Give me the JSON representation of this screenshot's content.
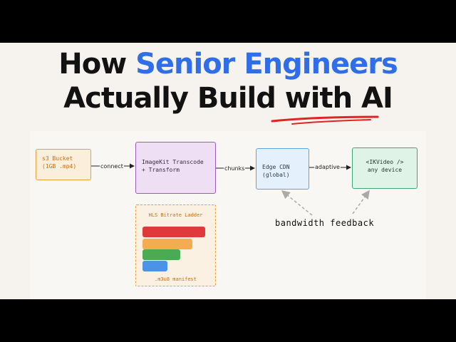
{
  "headline": {
    "line1_prefix": "How ",
    "line1_accent": "Senior Engineers",
    "line2": "Actually Build with AI"
  },
  "colors": {
    "accent": "#2f6ee6",
    "underline": "#e02424"
  },
  "diagram": {
    "nodes": [
      {
        "id": "s3",
        "lines": [
          "s3 Bucket",
          "(1GB .mp4)"
        ]
      },
      {
        "id": "imagekit",
        "lines": [
          "ImageKit Transcode",
          "+ Transform"
        ]
      },
      {
        "id": "cdn",
        "lines": [
          "Edge CDN",
          "(global)"
        ]
      },
      {
        "id": "device",
        "lines": [
          "<IKVideo />",
          "any device"
        ]
      }
    ],
    "edges": [
      {
        "from": "s3",
        "to": "imagekit",
        "label": "connect"
      },
      {
        "from": "imagekit",
        "to": "cdn",
        "label": "chunks"
      },
      {
        "from": "cdn",
        "to": "device",
        "label": "adaptive"
      }
    ],
    "feedback_label": "bandwidth feedback",
    "ladder": {
      "title": "HLS Bitrate Ladder",
      "footer": ".m3u8 manifest",
      "bars": [
        {
          "color": "#e0393b",
          "level": 1.0
        },
        {
          "color": "#f2ad52",
          "level": 0.8
        },
        {
          "color": "#4bab52",
          "level": 0.6
        },
        {
          "color": "#4b93e6",
          "level": 0.4
        }
      ]
    }
  }
}
